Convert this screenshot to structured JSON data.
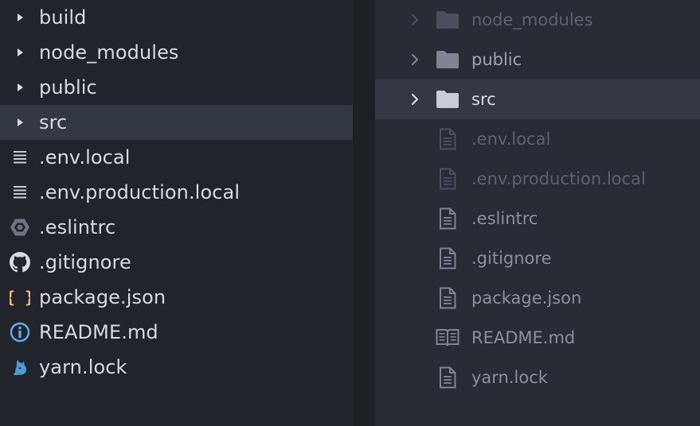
{
  "left_tree": {
    "items": [
      {
        "label": "build",
        "icon": "caret-right-icon"
      },
      {
        "label": "node_modules",
        "icon": "caret-right-icon"
      },
      {
        "label": "public",
        "icon": "caret-right-icon"
      },
      {
        "label": "src",
        "icon": "caret-right-icon",
        "selected": true
      },
      {
        "label": ".env.local",
        "icon": "lines-icon"
      },
      {
        "label": ".env.production.local",
        "icon": "lines-icon"
      },
      {
        "label": ".eslintrc",
        "icon": "eslint-hexagon-icon"
      },
      {
        "label": ".gitignore",
        "icon": "github-octocat-icon"
      },
      {
        "label": "package.json",
        "icon": "json-braces-icon"
      },
      {
        "label": "README.md",
        "icon": "info-icon"
      },
      {
        "label": "yarn.lock",
        "icon": "yarn-cat-icon"
      }
    ]
  },
  "right_tree": {
    "items": [
      {
        "label": "node_modules",
        "icon": "folder-icon",
        "dimmed": true
      },
      {
        "label": "public",
        "icon": "folder-icon"
      },
      {
        "label": "src",
        "icon": "folder-icon",
        "selected": true
      },
      {
        "label": ".env.local",
        "icon": "file-icon",
        "dimmed": true
      },
      {
        "label": ".env.production.local",
        "icon": "file-icon",
        "dimmed": true
      },
      {
        "label": ".eslintrc",
        "icon": "file-icon"
      },
      {
        "label": ".gitignore",
        "icon": "file-icon"
      },
      {
        "label": "package.json",
        "icon": "file-icon"
      },
      {
        "label": "README.md",
        "icon": "book-icon"
      },
      {
        "label": "yarn.lock",
        "icon": "file-icon"
      }
    ]
  },
  "colors": {
    "left_bg": "#21252b",
    "right_bg": "#282c34",
    "selection": "#323844",
    "text_primary": "#d7dae0",
    "text_right": "#9da5b4",
    "text_dimmed": "#5c6370",
    "json_yellow": "#e5c07b",
    "info_blue": "#61afef",
    "yarn_blue": "#4f9bd3"
  }
}
